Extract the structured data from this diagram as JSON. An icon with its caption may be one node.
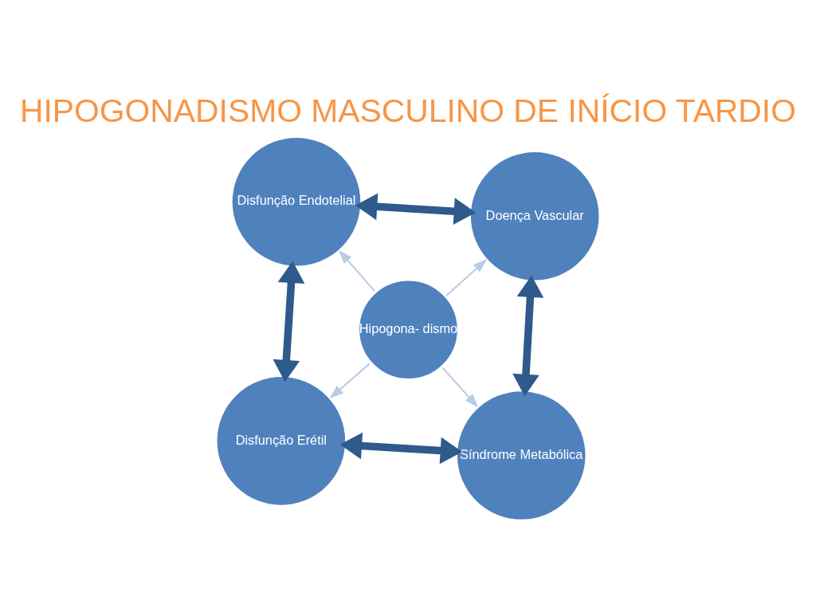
{
  "diagram": {
    "title": "HIPOGONADISMO MASCULINO DE INÍCIO TARDIO",
    "nodes": [
      {
        "text": [
          "Disfunção Erétil"
        ]
      },
      {
        "text": [
          "Síndrome Metabólica"
        ]
      },
      {
        "text": [
          "Hipogona- dismo"
        ]
      },
      {
        "text": [
          "Disfunção Endotelial"
        ]
      },
      {
        "text": [
          "Doença Vascular"
        ]
      }
    ],
    "edges": [
      {
        "from": 2,
        "to": 0,
        "arrow": "to",
        "color": "#b8cce4"
      },
      {
        "from": 2,
        "to": 1,
        "arrow": "to",
        "color": "#b8cce4"
      },
      {
        "from": 2,
        "to": 3,
        "arrow": "to",
        "color": "#b8cce4"
      },
      {
        "from": 2,
        "to": 4,
        "arrow": "to",
        "color": "#b8cce4"
      },
      {
        "from": 1,
        "to": 0,
        "arrow": "both",
        "style": "thick",
        "color": "#2e5a8c"
      },
      {
        "from": 0,
        "to": 3,
        "arrow": "both",
        "style": "thick",
        "color": "#2e5a8c"
      },
      {
        "from": 3,
        "to": 4,
        "arrow": "both",
        "style": "thick",
        "color": "#2e5a8c"
      },
      {
        "from": 4,
        "to": 1,
        "arrow": "both",
        "style": "thick",
        "color": "#2e5a8c"
      }
    ]
  }
}
